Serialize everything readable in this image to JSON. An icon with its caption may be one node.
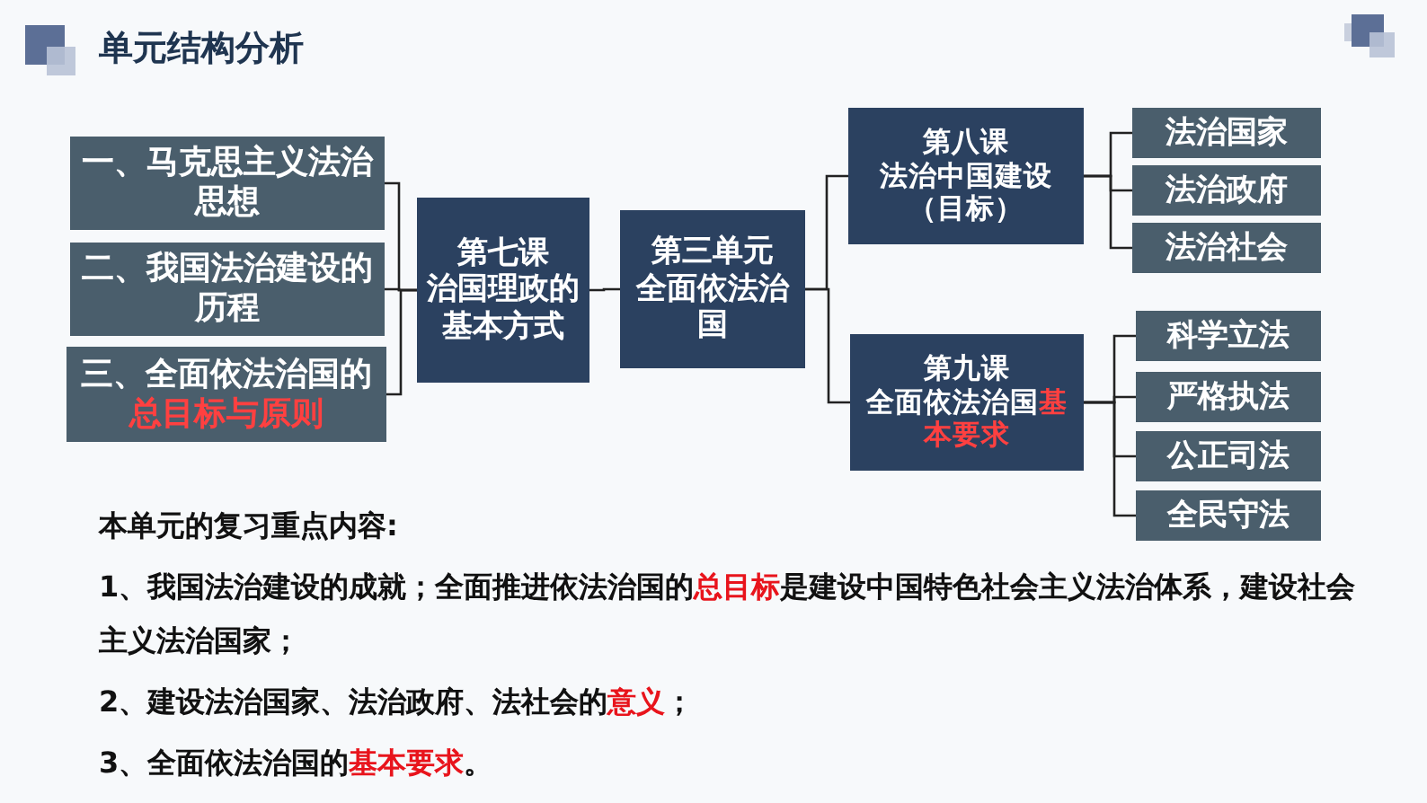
{
  "diagram": {
    "title": "单元结构分析",
    "nodes": [
      {
        "text": [
          "一、马克思主义法治思想"
        ]
      },
      {
        "text": [
          "二、我国法治建设的历程"
        ]
      },
      {
        "text": [
          "三、全面依法治国的**总目标与原则**"
        ]
      },
      {
        "text": [
          "第七课",
          "治国理政的基本方式"
        ]
      },
      {
        "text": [
          "第三单元",
          "全面依法治国"
        ]
      },
      {
        "text": [
          "第八课",
          "法治中国建设（目标）"
        ]
      },
      {
        "text": [
          "第九课",
          "全面依法治国**基本要求**"
        ]
      },
      {
        "text": [
          "法治国家"
        ]
      },
      {
        "text": [
          "法治政府"
        ]
      },
      {
        "text": [
          "法治社会"
        ]
      },
      {
        "text": [
          "科学立法"
        ]
      },
      {
        "text": [
          "严格执法"
        ]
      },
      {
        "text": [
          "公正司法"
        ]
      },
      {
        "text": [
          "全民守法"
        ]
      }
    ],
    "edges": [
      {
        "from": 3,
        "to": 0,
        "arrow": "none"
      },
      {
        "from": 3,
        "to": 1,
        "arrow": "none"
      },
      {
        "from": 3,
        "to": 2,
        "arrow": "none"
      },
      {
        "from": 4,
        "to": 3,
        "arrow": "none"
      },
      {
        "from": 4,
        "to": 5,
        "arrow": "none"
      },
      {
        "from": 4,
        "to": 6,
        "arrow": "none"
      },
      {
        "from": 5,
        "to": 7,
        "arrow": "none"
      },
      {
        "from": 5,
        "to": 8,
        "arrow": "none"
      },
      {
        "from": 5,
        "to": 9,
        "arrow": "none"
      },
      {
        "from": 6,
        "to": 10,
        "arrow": "none"
      },
      {
        "from": 6,
        "to": 11,
        "arrow": "none"
      },
      {
        "from": 6,
        "to": 12,
        "arrow": "none"
      },
      {
        "from": 6,
        "to": 13,
        "arrow": "none"
      }
    ],
    "labels": [
      "本单元的复习重点内容:",
      "1、我国法治建设的成就；全面推进依法治国的**总目标**是建设中国特色社会主义法治体系，建设社会主义法治国家；",
      "2、建设法治国家、法治政府、法社会的**意义**；",
      "3、全面依法治国的**基本要求**。"
    ]
  }
}
